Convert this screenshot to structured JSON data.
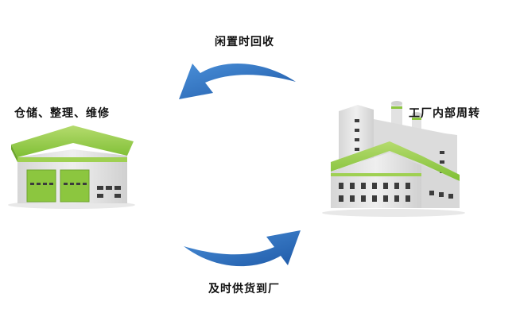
{
  "labels": {
    "top": "闲置时回收",
    "left": "仓储、整理、维修",
    "right": "工厂内部周转",
    "bottom": "及时供货到厂"
  },
  "colors": {
    "arrow_blue": "#1f63b6",
    "arrow_blue_light": "#4a8fd8",
    "green_roof": "#8cc63f",
    "green_light": "#b5db6e",
    "wall_gray": "#e4e4e4",
    "wall_dark": "#c9c9c9",
    "window_dark": "#3c3c3c"
  }
}
